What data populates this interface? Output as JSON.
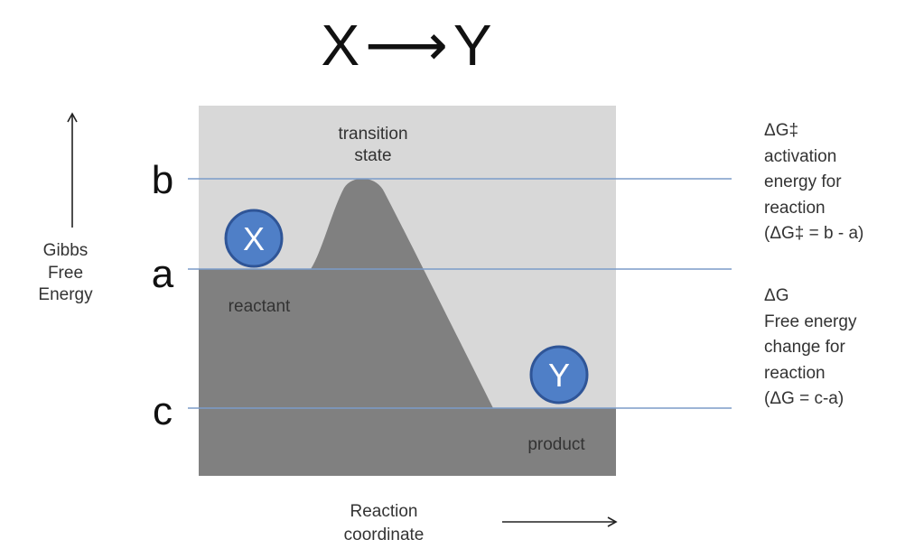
{
  "title": {
    "from": "X",
    "arrow": "⟶",
    "to": "Y"
  },
  "y_axis": {
    "label_lines": [
      "Gibbs",
      "Free",
      "Energy"
    ]
  },
  "x_axis": {
    "label_lines": [
      "Reaction",
      "coordinate"
    ]
  },
  "levels": {
    "b": "b",
    "a": "a",
    "c": "c"
  },
  "labels": {
    "transition_state": [
      "transition",
      "state"
    ],
    "reactant": "reactant",
    "product": "product"
  },
  "molecules": {
    "reactant": "X",
    "product": "Y"
  },
  "annotations": {
    "activation": [
      "ΔG‡",
      "activation",
      "energy for",
      "reaction",
      "(ΔG‡ = b - a)"
    ],
    "free_energy": [
      "ΔG",
      "Free energy",
      "change for",
      "reaction",
      "(ΔG = c-a)"
    ]
  },
  "colors": {
    "panel": "#d8d8d8",
    "curve_fill": "#808080",
    "level_line": "#7b9cc9",
    "molecule_fill": "#4f7fc7",
    "molecule_stroke": "#2f5597",
    "molecule_text": "#ffffff"
  },
  "icons": [
    "up-arrow-icon",
    "right-arrow-icon"
  ]
}
